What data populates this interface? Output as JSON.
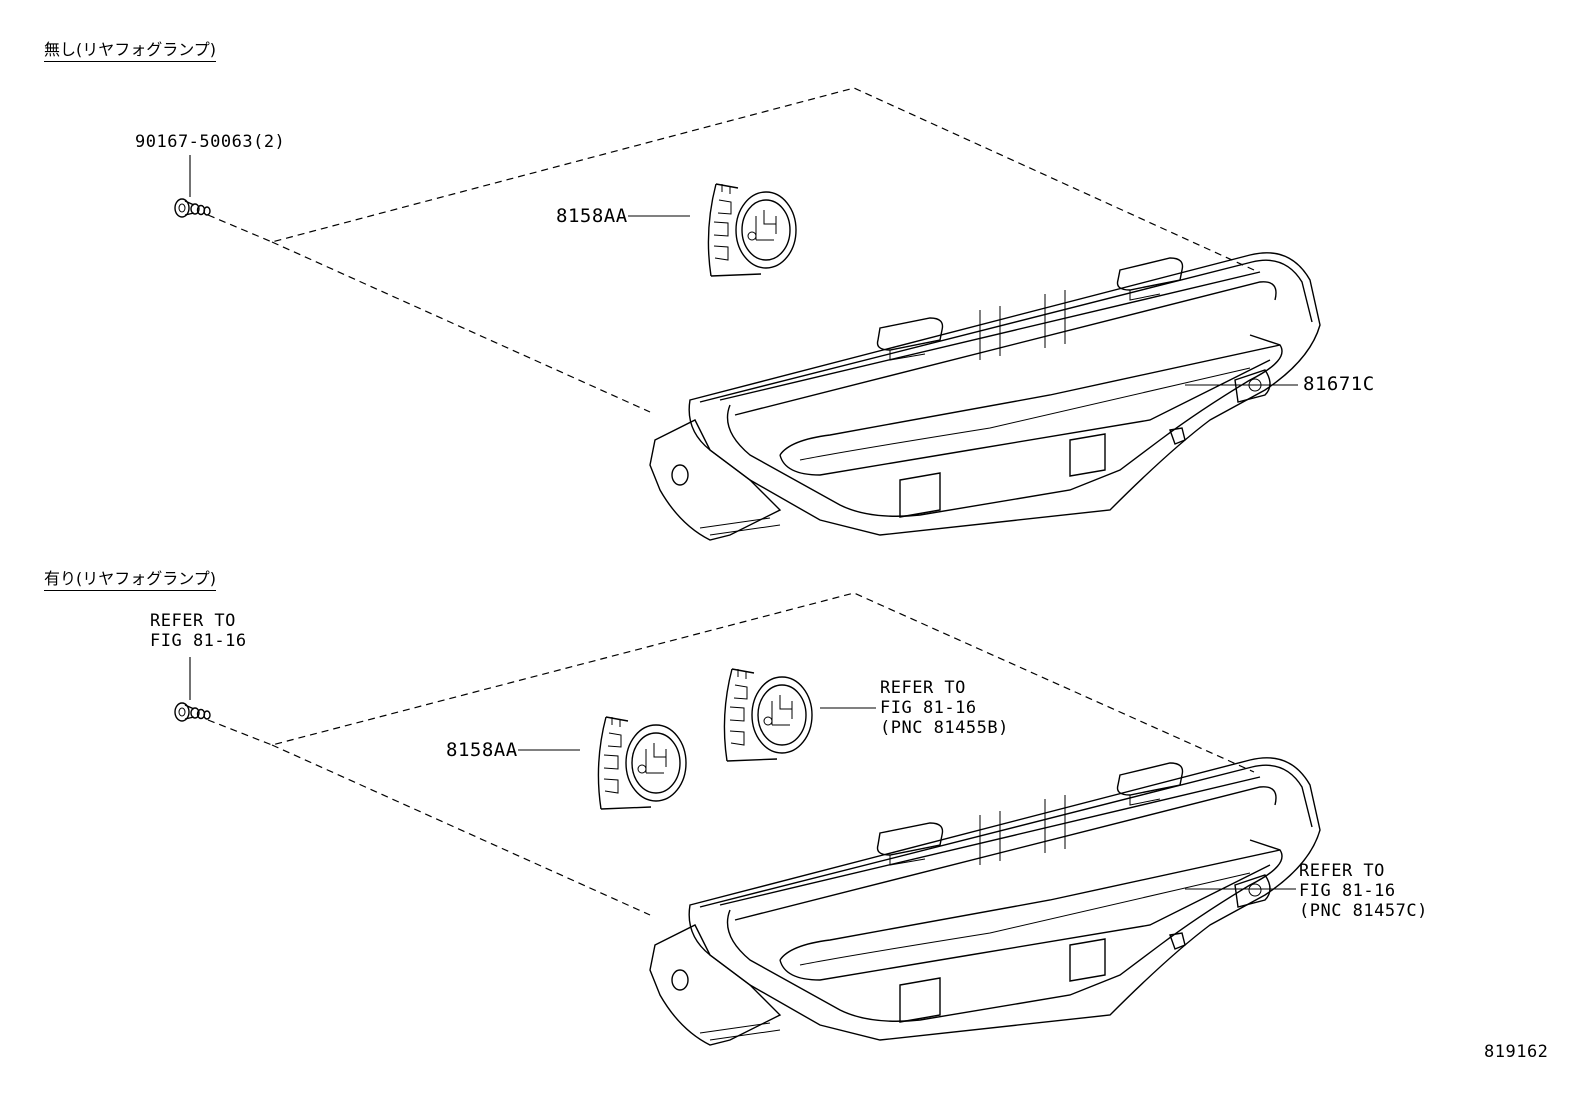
{
  "sections": [
    {
      "condition_label": "無し(リヤフォグランプ)",
      "bolt_label": "90167-50063(2)",
      "socket_label": "8158AA",
      "lamp_label": "81671C"
    },
    {
      "condition_label": "有り(リヤフォグランプ)",
      "bolt_label": [
        "REFER TO",
        "FIG 81-16"
      ],
      "socket_label": "8158AA",
      "fog_socket_label": [
        "REFER TO",
        "FIG 81-16",
        "(PNC 81455B)"
      ],
      "lamp_label": [
        "REFER TO",
        "FIG 81-16",
        "(PNC 81457C)"
      ]
    }
  ],
  "illustration_id": "819162"
}
